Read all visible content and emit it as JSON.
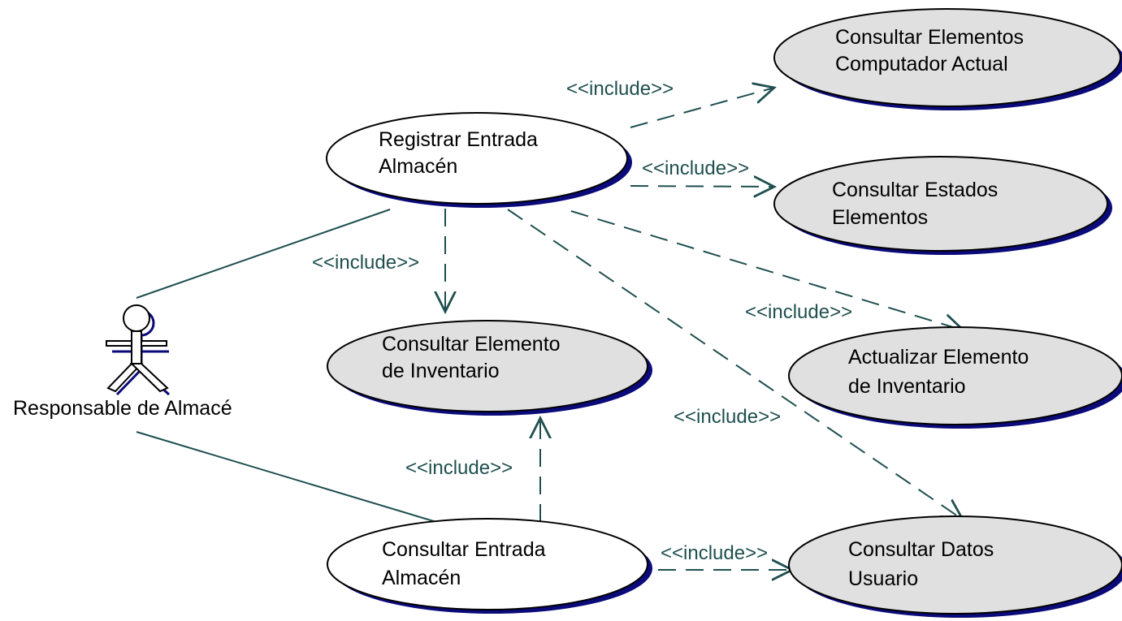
{
  "actor": {
    "name": "Responsable de Almacé"
  },
  "use_cases": {
    "registrar_entrada": {
      "line1": "Registrar Entrada",
      "line2": "Almacén"
    },
    "consultar_elemento_inventario": {
      "line1": "Consultar Elemento",
      "line2": "de Inventario"
    },
    "consultar_entrada": {
      "line1": "Consultar Entrada",
      "line2": "Almacén"
    },
    "consultar_elementos_computador": {
      "line1": "Consultar Elementos",
      "line2": "Computador Actual"
    },
    "consultar_estados_elementos": {
      "line1": "Consultar Estados",
      "line2": "Elementos"
    },
    "actualizar_elemento_inventario": {
      "line1": "Actualizar Elemento",
      "line2": "de Inventario"
    },
    "consultar_datos_usuario": {
      "line1": "Consultar Datos",
      "line2": "Usuario"
    }
  },
  "relations": {
    "include_label": "<<include>>"
  },
  "colors": {
    "line": "#1f4f4f",
    "shadow": "#0a0a7a",
    "base_fill": "#ffffff",
    "included_fill": "#e0e0e0"
  }
}
